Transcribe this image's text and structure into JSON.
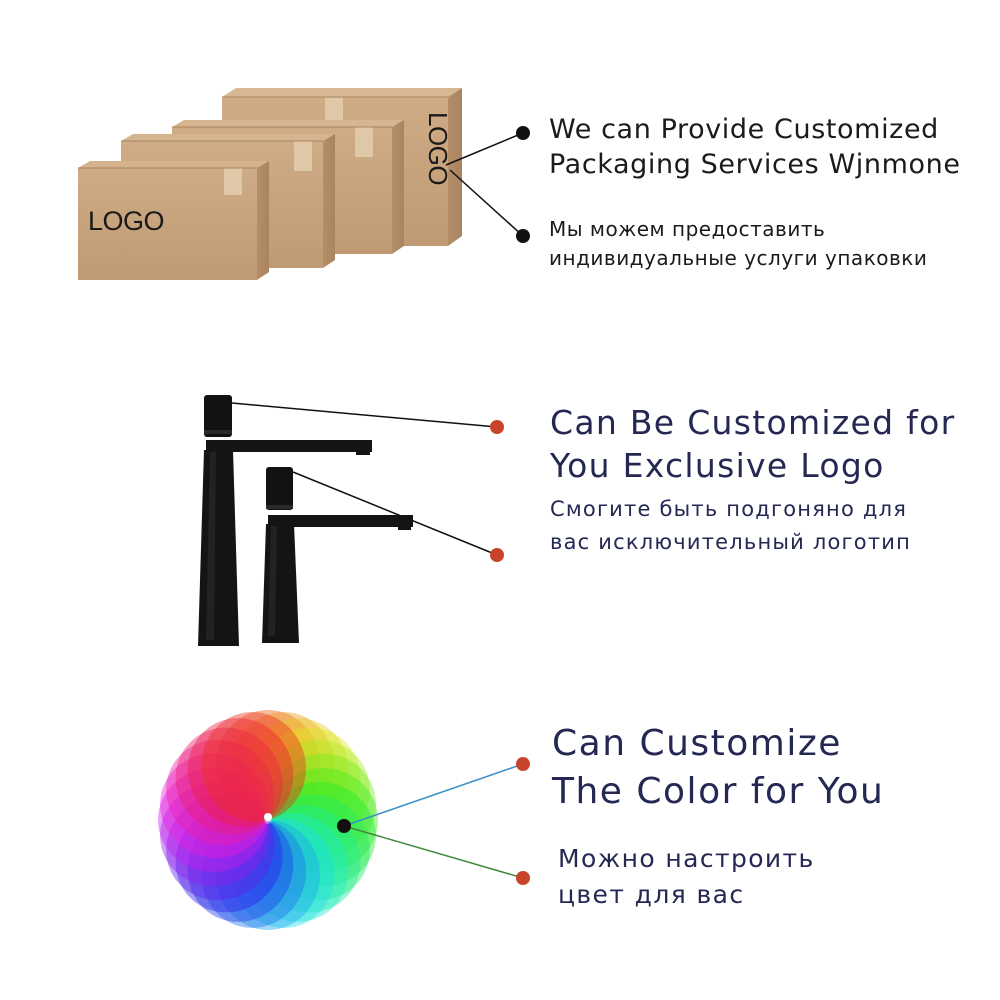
{
  "colors": {
    "background": "#ffffff",
    "heading_text": "#242852",
    "packaging_text": "#1b1b1b",
    "cardboard": "#c9a57f",
    "faucet": "#111111",
    "callout_dot_black": "#111111",
    "callout_dot_red": "#c8432b",
    "color_line_blue": "#3a8fc8",
    "color_line_green": "#3f8a3a"
  },
  "packaging": {
    "box_front_logo": "LOGO",
    "box_side_logo": "LOGO",
    "title_lines": [
      "We can Provide Customized",
      "Packaging Services Wjnmone"
    ],
    "subtitle_lines": [
      "Мы можем предоставить",
      "индивидуальные услуги упаковки"
    ]
  },
  "logo_customization": {
    "title_lines": [
      "Can Be Customized for",
      "You Exclusive Logo"
    ],
    "subtitle_lines": [
      "Смогите быть подгоняно для",
      "вас исключительный логотип"
    ]
  },
  "color_customization": {
    "title_lines": [
      "Can Customize",
      "The Color for You"
    ],
    "subtitle_lines": [
      "Можно настроить",
      "цвет для вас"
    ]
  }
}
